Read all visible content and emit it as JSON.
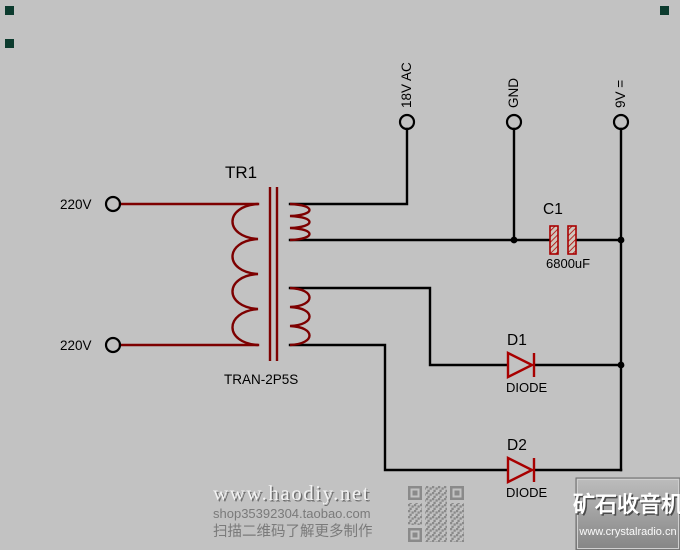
{
  "window": {
    "background": "#c2c2c2"
  },
  "colors": {
    "wire": "#000000",
    "transformer": "#7d0000",
    "diode": "#a80000",
    "capacitor_hatch": "#b00000",
    "label_text": "#000000",
    "watermark_gray": "#7a7a7a",
    "watermark_light": "#f2f2f2",
    "logo_text": "#ffffff",
    "corner_marker": "#0c3b2e"
  },
  "schematic": {
    "transformer": {
      "ref": "TR1",
      "model": "TRAN-2P5S"
    },
    "capacitor": {
      "ref": "C1",
      "value": "6800uF"
    },
    "diodes": [
      {
        "ref": "D1",
        "value": "DIODE"
      },
      {
        "ref": "D2",
        "value": "DIODE"
      }
    ],
    "terminals": {
      "left": [
        {
          "label": "220V"
        },
        {
          "label": "220V"
        }
      ],
      "top": [
        {
          "label": "18V AC"
        },
        {
          "label": "GND"
        },
        {
          "label": "9V ="
        }
      ]
    }
  },
  "watermark": {
    "site": "www.haodiy.net",
    "shop": "shop35392304.taobao.com",
    "scan_hint": "扫描二维码了解更多制作",
    "logo_title": "矿石收音机",
    "logo_url": "www.crystalradio.cn"
  }
}
